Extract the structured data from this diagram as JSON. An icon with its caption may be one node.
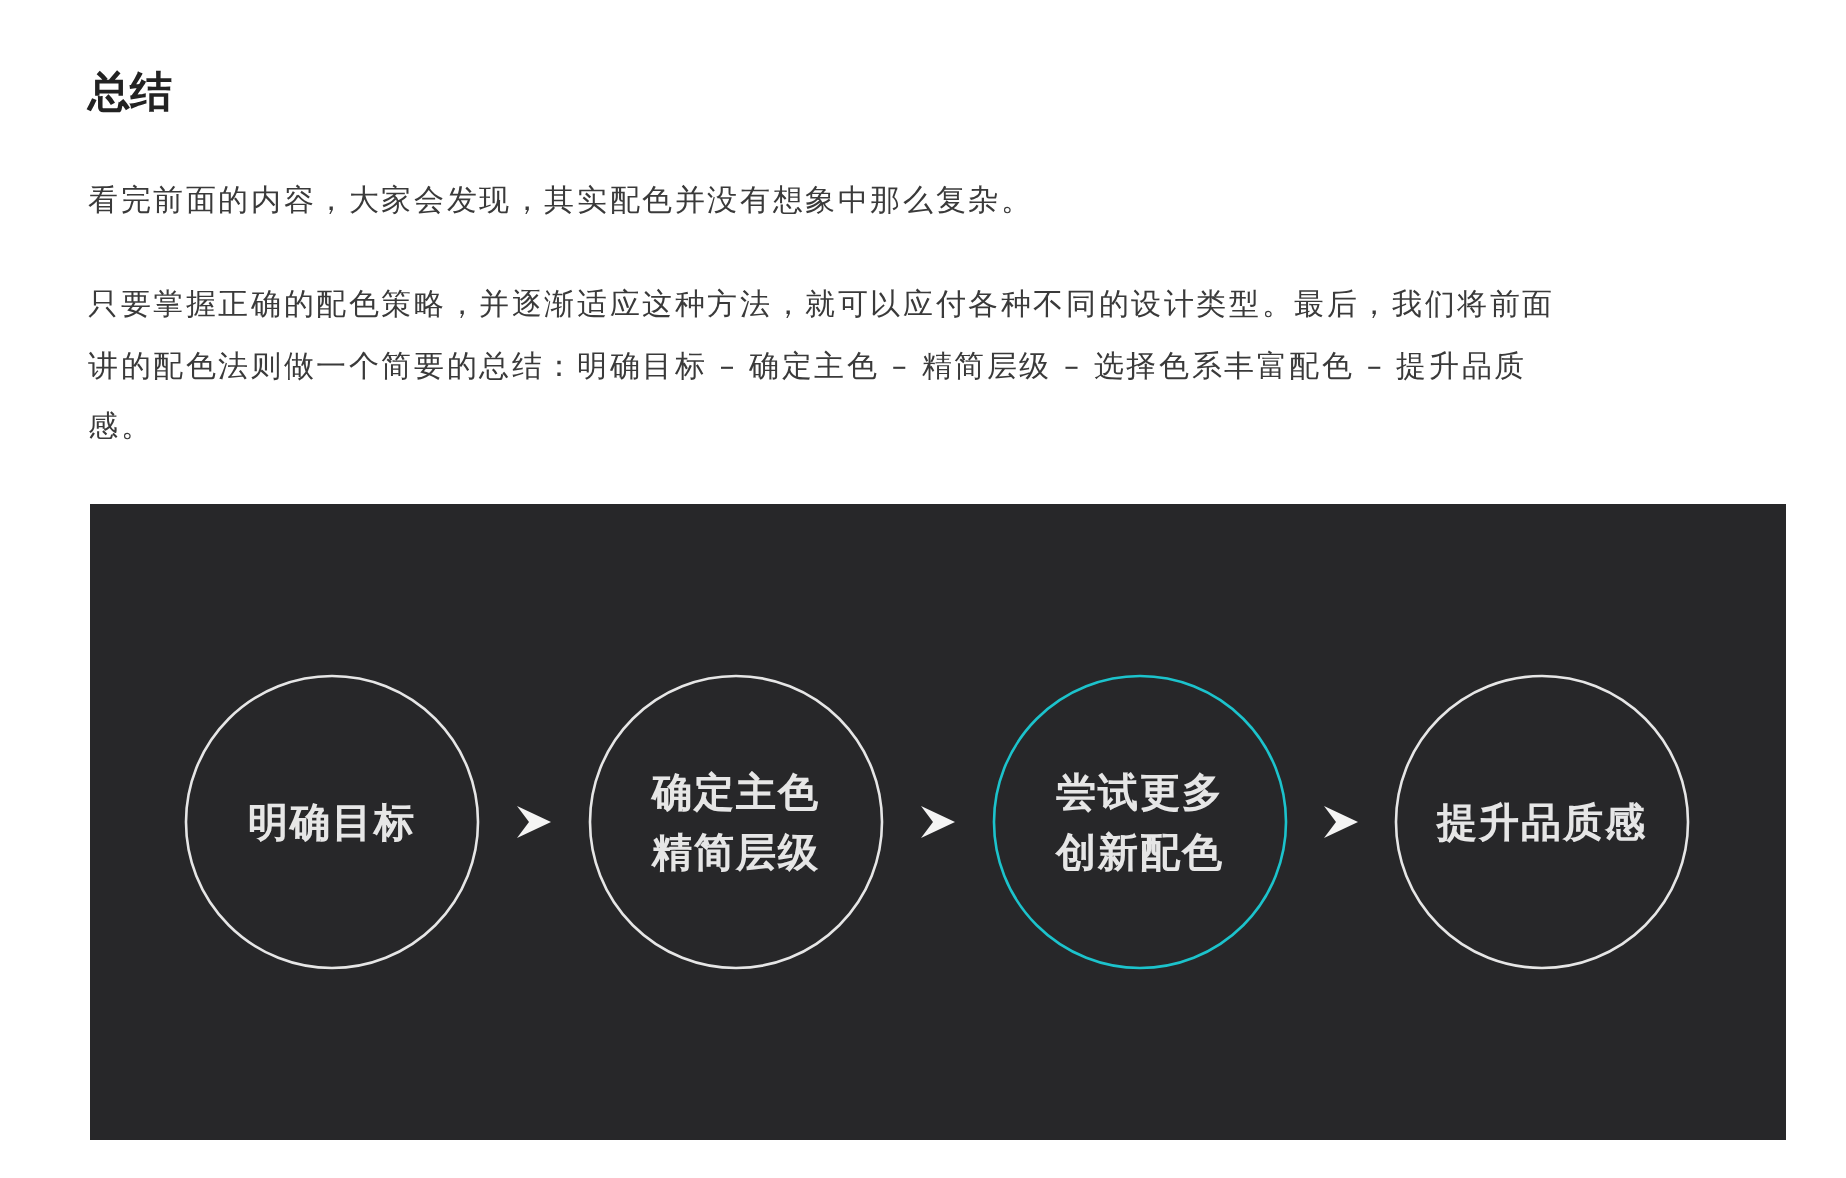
{
  "diagram": {
    "title": "总结",
    "nodes": [
      {
        "text": [
          "明确目标"
        ]
      },
      {
        "text": [
          "确定主色精简层级"
        ]
      },
      {
        "text": [
          "尝试更多创新配色"
        ]
      },
      {
        "text": [
          "提升品质感"
        ]
      }
    ],
    "edges": [
      {
        "from": 0,
        "to": 1,
        "arrow": "to"
      },
      {
        "from": 1,
        "to": 2,
        "arrow": "to"
      },
      {
        "from": 2,
        "to": 3,
        "arrow": "to"
      }
    ],
    "labels": [
      "看完前面的内容，大家会发现，其实配色并没有想象中那么复杂。",
      "只要掌握正确的配色策略，并逐渐适应这种方法，就可以应付各种不同的设计类型。最后，我们将前面讲的配色法则做一个简要的总结：明确目标 – 确定主色 – 精简层级 – 选择色系丰富配色 – 提升品质感。"
    ]
  }
}
